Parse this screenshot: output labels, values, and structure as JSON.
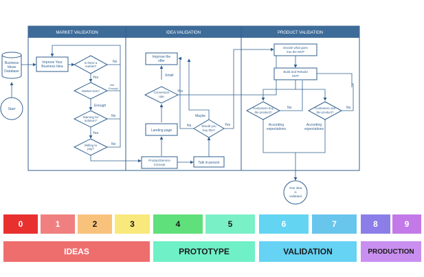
{
  "sections": {
    "market": "MARKET VALIDATION",
    "idea": "IDEA VALIDATION",
    "product": "PRODUCT VALIDATION"
  },
  "nodes": {
    "database": [
      "Business",
      "Ideas",
      "Database"
    ],
    "start": "Start",
    "improve_idea": [
      "Improve Your",
      "Business Idea"
    ],
    "is_market": [
      "Is there a",
      "market?"
    ],
    "market_size": "Market size?",
    "not_enough": [
      "Not",
      "Enough"
    ],
    "starving": [
      "Starving for",
      "solution?"
    ],
    "willing": [
      "Willing to",
      "pay?"
    ],
    "improve_offer": [
      "Improve the",
      "offer"
    ],
    "conversion": [
      "Conversion",
      "rate"
    ],
    "landing": "Landing page",
    "concept": [
      "Product/Service",
      "Concept"
    ],
    "buy_this": [
      "Would you",
      "buy this?"
    ],
    "talk": "Talk in-person",
    "decide_mvp": [
      "Decide what goes",
      "into the MVP"
    ],
    "build_mvp": [
      "Build and Rebuild",
      "MVP"
    ],
    "customers_buy": [
      "Customers buy",
      "the product?"
    ],
    "customers_use": [
      "Customers use",
      "the product?"
    ],
    "validated": [
      "Your idea",
      "is",
      "validated"
    ]
  },
  "labels": {
    "no": "No",
    "yes": "Yes",
    "enough": "Enough",
    "small": "Small",
    "maybe": "Maybe",
    "according1": [
      "According",
      "expectations"
    ],
    "according2": [
      "According",
      "expectations"
    ]
  },
  "scale": [
    {
      "label": "0",
      "color": "#e8312f"
    },
    {
      "label": "1",
      "color": "#f07f7f"
    },
    {
      "label": "2",
      "color": "#f9c27c"
    },
    {
      "label": "3",
      "color": "#f9e87b"
    },
    {
      "label": "4",
      "color": "#5fe07a"
    },
    {
      "label": "5",
      "color": "#7af0c7"
    },
    {
      "label": "6",
      "color": "#63d4f2"
    },
    {
      "label": "7",
      "color": "#68c6ec"
    },
    {
      "label": "8",
      "color": "#8b7ee8"
    },
    {
      "label": "9",
      "color": "#c37ae8"
    }
  ],
  "stages": [
    {
      "label": "IDEAS",
      "color": "#ee6e6e"
    },
    {
      "label": "PROTOTYPE",
      "color": "#6ff0c6"
    },
    {
      "label": "VALIDATION",
      "color": "#66d2f4"
    },
    {
      "label": "PRODUCTION",
      "color": "#c98ff0"
    }
  ],
  "colors": {
    "header": "#3e6c99",
    "line": "#2e5e8e",
    "accent": "#3b73b1"
  }
}
